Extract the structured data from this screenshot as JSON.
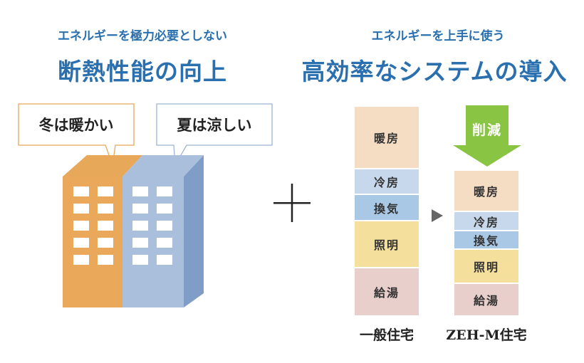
{
  "left_heading": {
    "subtitle": "エネルギーを極力必要としない",
    "title": "断熱性能の向上"
  },
  "right_heading": {
    "subtitle": "エネルギーを上手に使う",
    "title": "高効率なシステムの導入"
  },
  "bubbles": {
    "winter": "冬は暖かい",
    "summer": "夏は涼しい"
  },
  "plus_symbol": "+",
  "reduction_label": "削減",
  "stacks": {
    "general": {
      "caption": "一般住宅",
      "items": [
        "暖房",
        "冷房",
        "換気",
        "照明",
        "給湯"
      ]
    },
    "zeh": {
      "caption": "ZEH-M住宅",
      "items": [
        "暖房",
        "冷房",
        "換気",
        "照明",
        "給湯"
      ]
    }
  },
  "colors": {
    "heading_blue": "#2a6fae",
    "heating": "#f5ddc4",
    "cooling": "#c7d8ec",
    "ventilation": "#a9c8e6",
    "lighting": "#f5df9c",
    "hot_water": "#e8cfcc",
    "arrow_green": "#8ac443",
    "building_orange": "#e8a85a",
    "building_blue": "#a9bfdc"
  }
}
